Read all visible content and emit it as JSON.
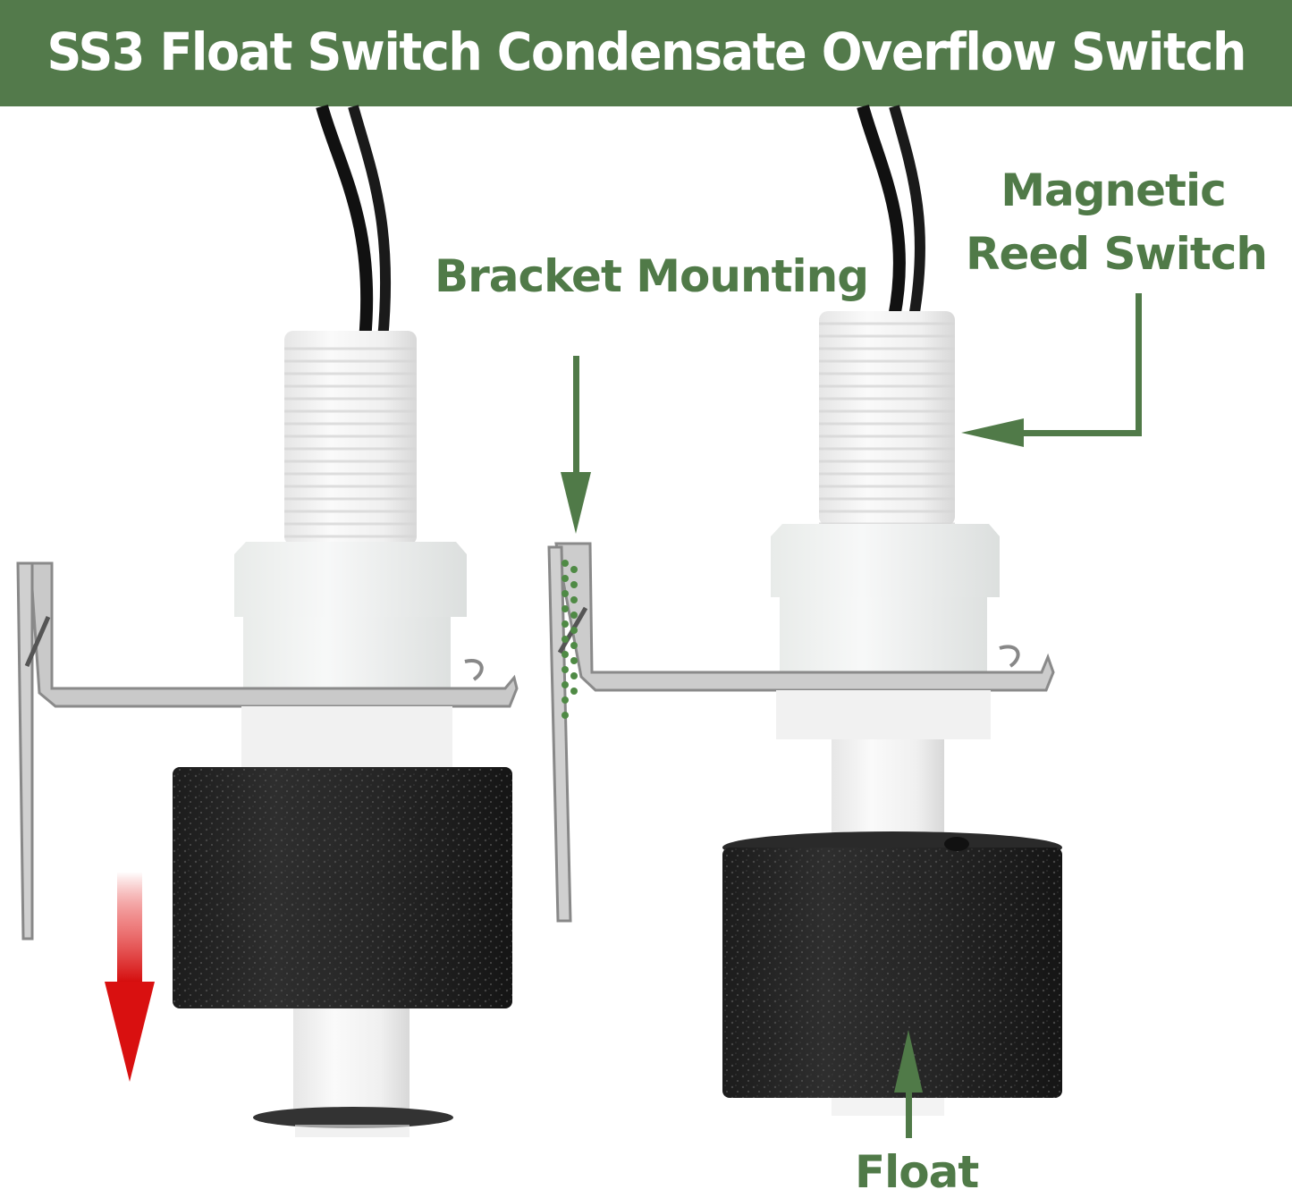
{
  "banner": {
    "title": "SS3 Float Switch Condensate Overflow Switch",
    "background_color": "#537a4b",
    "text_color": "#ffffff"
  },
  "callouts": {
    "bracket_mounting": "Bracket Mounting",
    "magnetic_reed_switch_line1": "Magnetic",
    "magnetic_reed_switch_line2": "Reed Switch",
    "float": "Float",
    "label_color": "#507a48"
  },
  "indicators": {
    "down_arrow_color": "#e01010",
    "callout_arrow_color": "#507a48"
  },
  "products": [
    {
      "name": "float-switch-lowered",
      "float_position": "down"
    },
    {
      "name": "float-switch-raised",
      "float_position": "up"
    }
  ]
}
